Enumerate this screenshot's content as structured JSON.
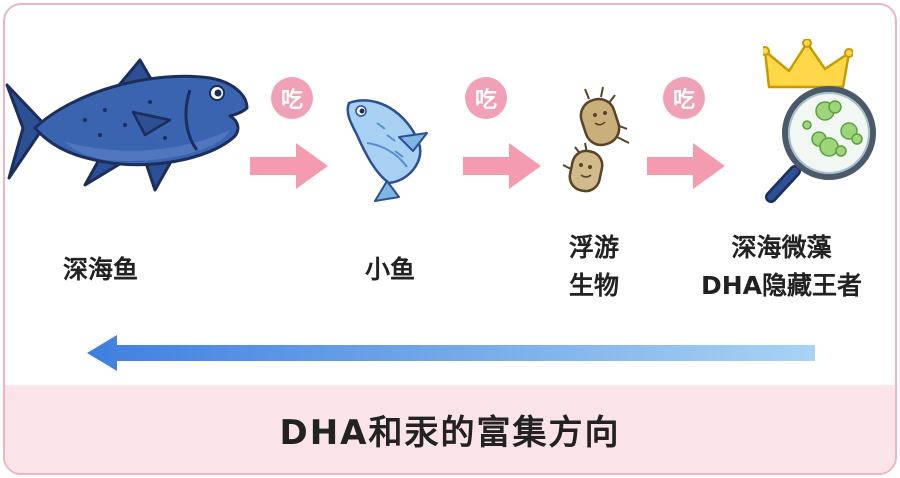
{
  "chain": {
    "deep_sea_fish": "深海鱼",
    "small_fish": "小鱼",
    "plankton_line1": "浮游",
    "plankton_line2": "生物",
    "microalgae_line1": "深海微藻",
    "microalgae_line2": "DHA隐藏王者"
  },
  "eat_label": "吃",
  "footer": {
    "caption": "DHA和汞的富集方向"
  },
  "colors": {
    "border": "#f0b3c3",
    "footer_bg": "#fbe3ea",
    "badge": "#f0a1b5",
    "arrow": "#f49bb0",
    "gradient_start": "#3f7fe0",
    "gradient_end": "#a7d3f4"
  },
  "icons": [
    "tuna-icon",
    "small-fish-icon",
    "plankton-icon",
    "crown-icon",
    "magnifier-icon",
    "arrow-right-icon",
    "arrow-left-icon"
  ]
}
